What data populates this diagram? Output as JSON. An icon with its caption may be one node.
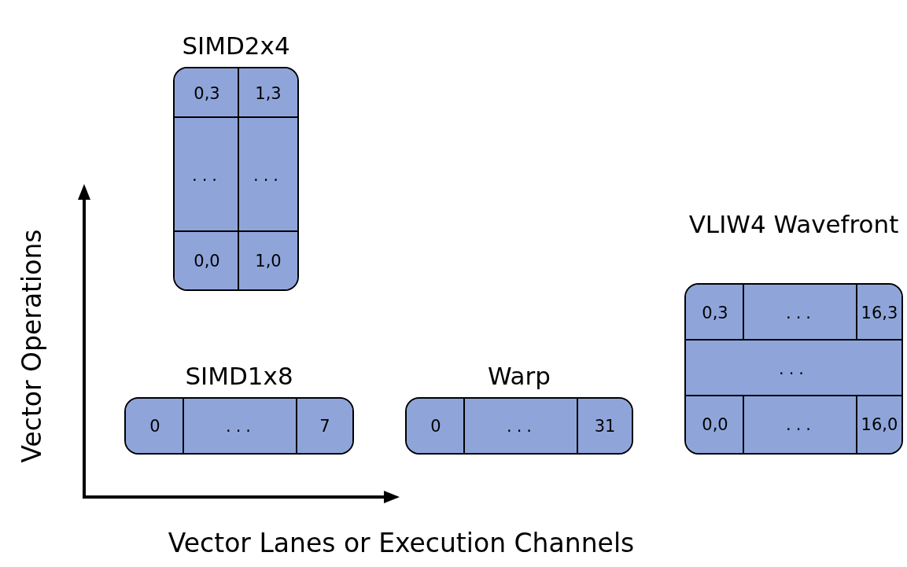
{
  "diagram": {
    "nodes": [
      {
        "text": [
          "SIMD2x4"
        ]
      },
      {
        "text": [
          "0,3"
        ],
        "in": 0
      },
      {
        "text": [
          "1,3"
        ],
        "in": 0
      },
      {
        "text": [
          "..."
        ],
        "in": 0
      },
      {
        "text": [
          "..."
        ],
        "in": 0
      },
      {
        "text": [
          "0,0"
        ],
        "in": 0
      },
      {
        "text": [
          "1,0"
        ],
        "in": 0
      },
      {
        "text": [
          "SIMD1x8"
        ]
      },
      {
        "text": [
          "0"
        ],
        "in": 7
      },
      {
        "text": [
          "..."
        ],
        "in": 7
      },
      {
        "text": [
          "7"
        ],
        "in": 7
      },
      {
        "text": [
          "Warp"
        ]
      },
      {
        "text": [
          "0"
        ],
        "in": 11
      },
      {
        "text": [
          "..."
        ],
        "in": 11
      },
      {
        "text": [
          "31"
        ],
        "in": 11
      },
      {
        "text": [
          "VLIW4 Wavefront"
        ]
      },
      {
        "text": [
          "0,3"
        ],
        "in": 15
      },
      {
        "text": [
          "..."
        ],
        "in": 15
      },
      {
        "text": [
          "16,3"
        ],
        "in": 15
      },
      {
        "text": [
          "..."
        ],
        "in": 15
      },
      {
        "text": [
          "0,0"
        ],
        "in": 15
      },
      {
        "text": [
          "..."
        ],
        "in": 15
      },
      {
        "text": [
          "16,0"
        ],
        "in": 15
      }
    ],
    "edges": [],
    "labels": [
      "Vector Operations",
      "Vector Lanes or Execution Channels"
    ]
  }
}
